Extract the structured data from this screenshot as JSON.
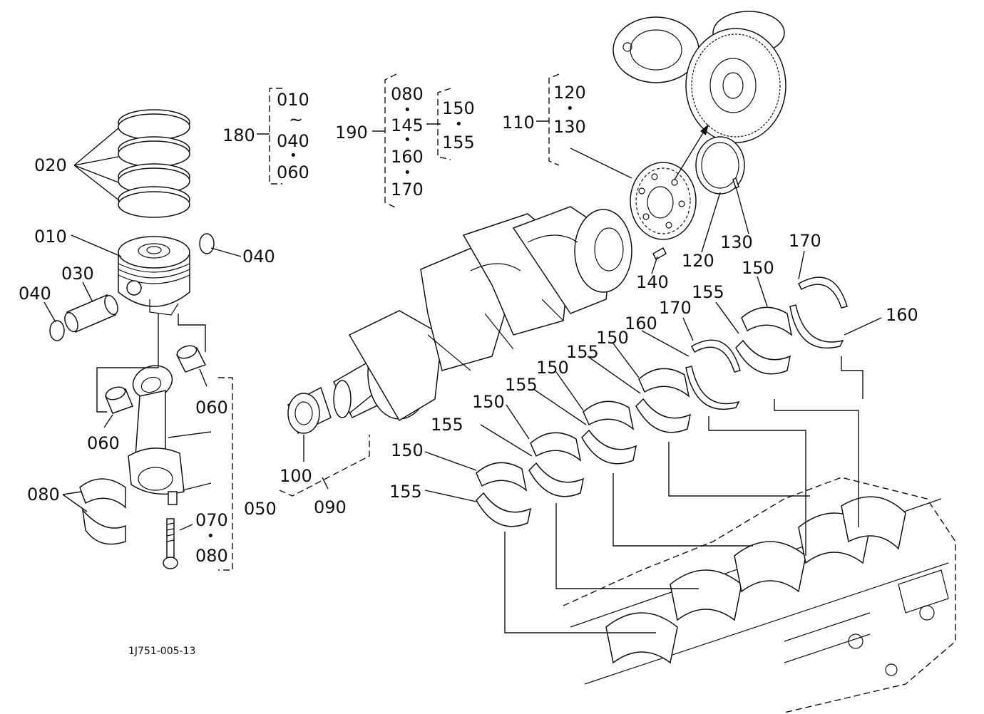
{
  "labels": {
    "l020": "020",
    "l010": "010",
    "l030": "030",
    "l040a": "040",
    "l040b": "040",
    "l060a": "060",
    "l060b": "060",
    "l080": "080",
    "l050": "050",
    "l070": "070",
    "l080b": "080",
    "l100": "100",
    "l090": "090",
    "g180": "180",
    "g180_a": "010",
    "g180_tilde": "~",
    "g180_b": "040",
    "g180_dot": "•",
    "g180_c": "060",
    "g190": "190",
    "g190_a": "080",
    "g190_d1": "•",
    "g190_b": "145",
    "g190_d2": "•",
    "g190_c": "160",
    "g190_d3": "•",
    "g190_e": "170",
    "g190s_a": "150",
    "g190s_dot": "•",
    "g190s_b": "155",
    "g110": "110",
    "g110_a": "120",
    "g110_dot": "•",
    "g110_b": "130",
    "l120": "120",
    "l130": "130",
    "l140": "140",
    "l170a": "170",
    "l150a": "150",
    "l155a": "155",
    "l160a": "160",
    "l170b": "170",
    "l160b": "160",
    "l150b": "150",
    "l155b": "155",
    "l150c": "150",
    "l155c": "155",
    "l150d": "150",
    "l155d": "155",
    "l150e": "150",
    "l155e": "155",
    "dot070": "•"
  },
  "caption": "1J751-005-13"
}
